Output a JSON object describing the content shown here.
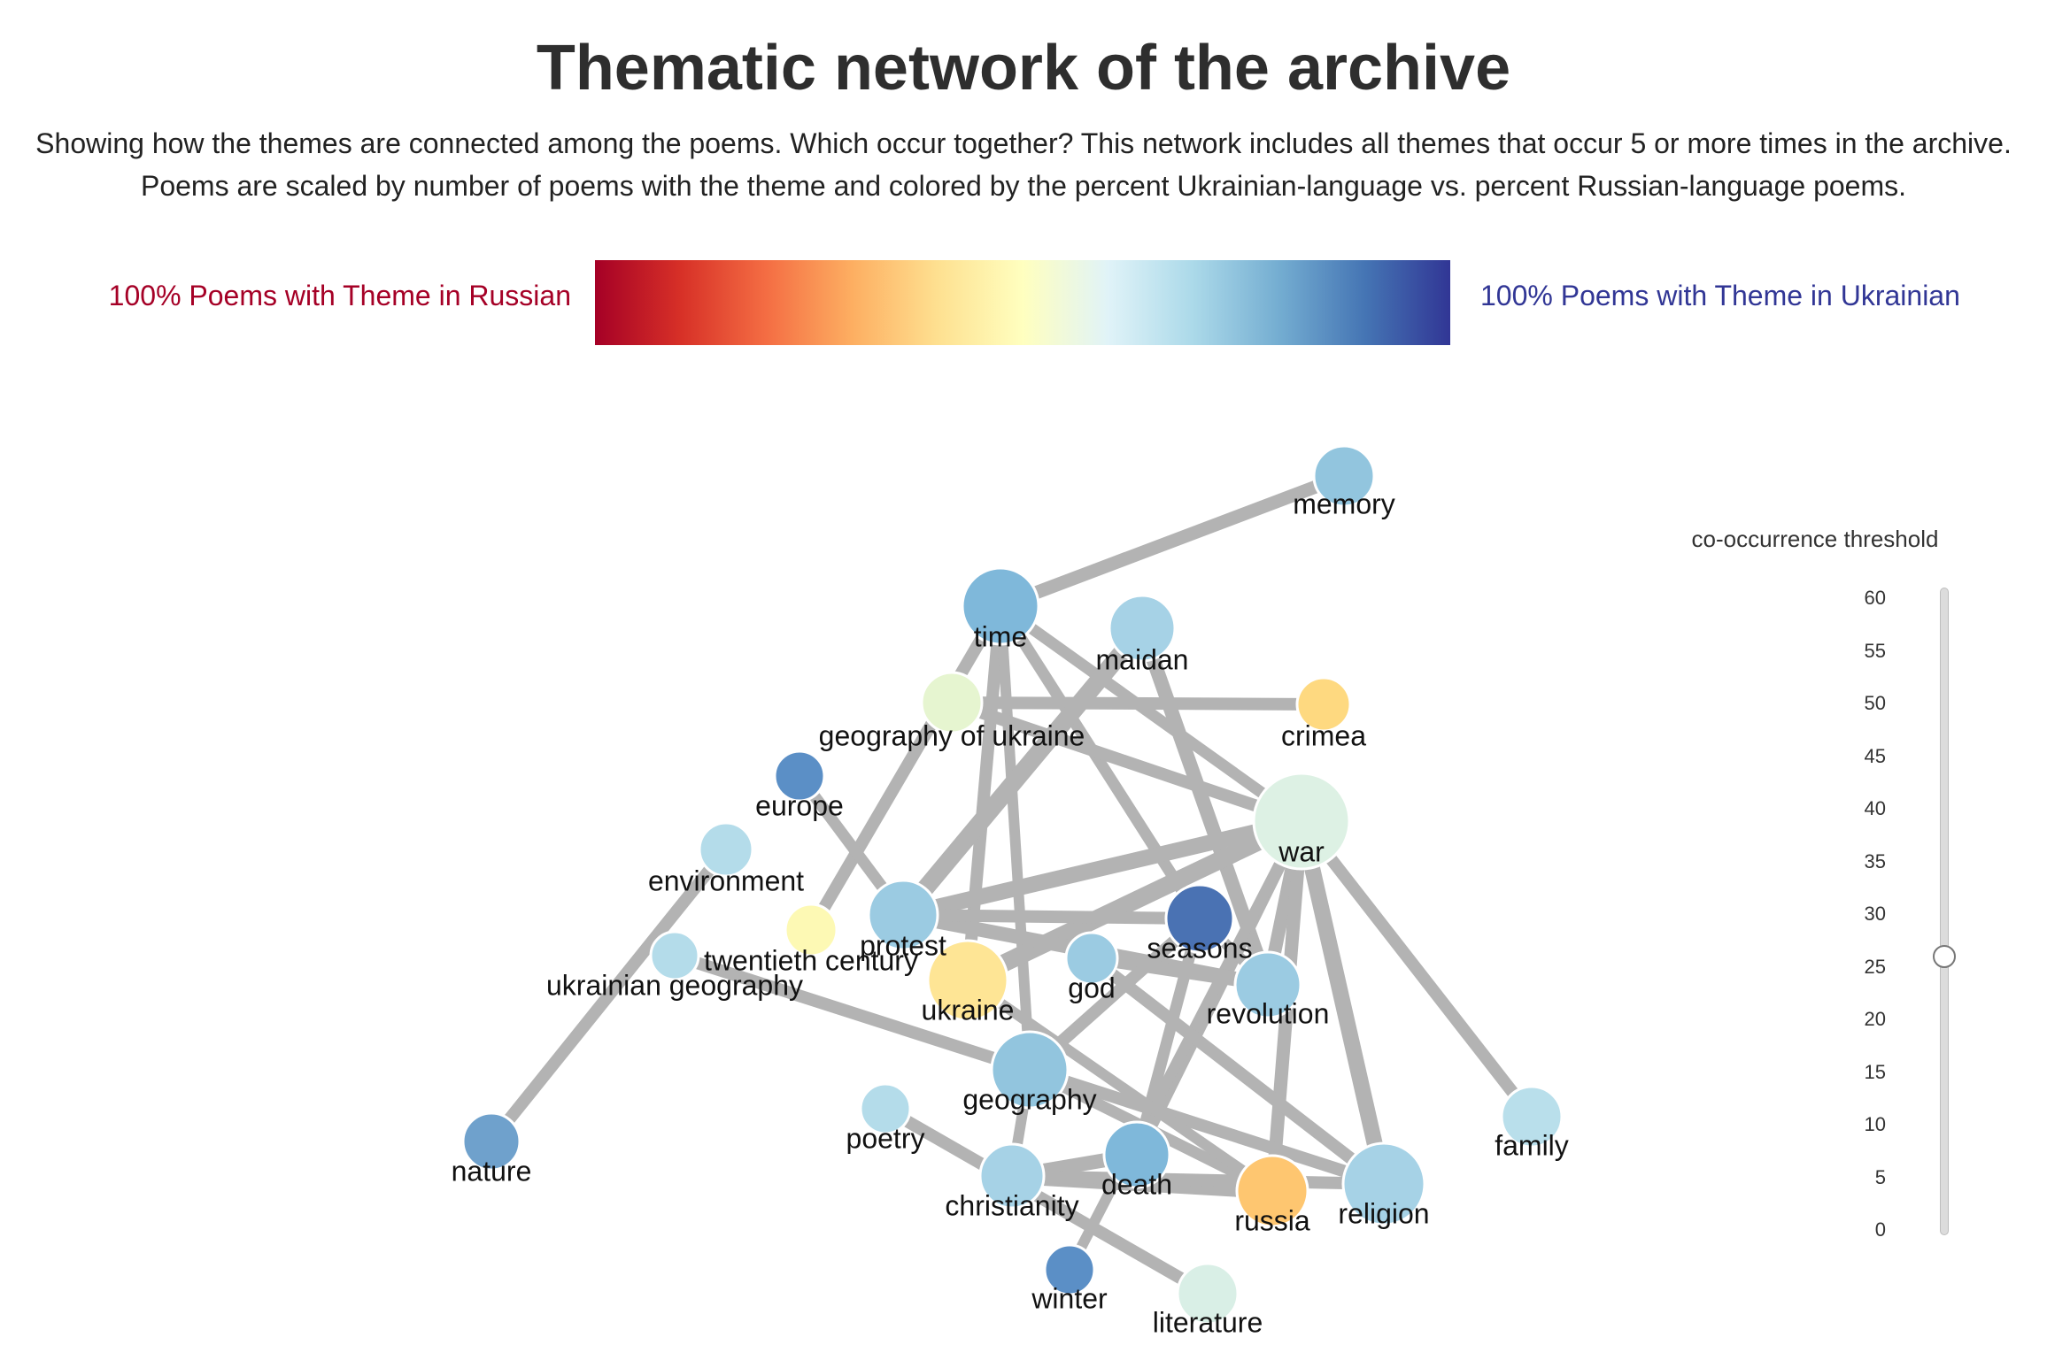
{
  "title": "Thematic network of the archive",
  "subtitle": "Showing how the themes are connected among the poems. Which occur together? This network includes all themes that occur 5 or more times in the archive. Poems are scaled by number of poems with the theme and colored by the percent Ukrainian-language vs. percent Russian-language poems.",
  "legend": {
    "left_label": "100% Poems with Theme in Russian",
    "right_label": "100% Poems with Theme in Ukrainian",
    "colors": [
      "#a50026",
      "#ffffbf",
      "#313695"
    ]
  },
  "slider": {
    "title": "co-occurrence threshold",
    "ticks": [
      "60",
      "55",
      "50",
      "45",
      "40",
      "35",
      "30",
      "25",
      "20",
      "15",
      "10",
      "5",
      "0"
    ],
    "min": 0,
    "max": 60,
    "value": 26
  },
  "network": {
    "nodes": [
      {
        "id": "memory",
        "label": "memory",
        "color": "#92c5de"
      },
      {
        "id": "time",
        "label": "time",
        "color": "#7fb8da"
      },
      {
        "id": "maidan",
        "label": "maidan",
        "color": "#a6d2e6"
      },
      {
        "id": "geography of ukraine",
        "label": "geography of ukraine",
        "color": "#e6f5d0"
      },
      {
        "id": "crimea",
        "label": "crimea",
        "color": "#fed980"
      },
      {
        "id": "europe",
        "label": "europe",
        "color": "#5b8fc6"
      },
      {
        "id": "war",
        "label": "war",
        "color": "#ddf1e4"
      },
      {
        "id": "environment",
        "label": "environment",
        "color": "#b4dcea"
      },
      {
        "id": "protest",
        "label": "protest",
        "color": "#9bcbe2"
      },
      {
        "id": "seasons",
        "label": "seasons",
        "color": "#4a72b3"
      },
      {
        "id": "twentieth century",
        "label": "twentieth century",
        "color": "#fdf9b4"
      },
      {
        "id": "ukrainian geography",
        "label": "ukrainian geography",
        "color": "#b4dcea"
      },
      {
        "id": "god",
        "label": "god",
        "color": "#9bcbe2"
      },
      {
        "id": "ukraine",
        "label": "ukraine",
        "color": "#fee595"
      },
      {
        "id": "revolution",
        "label": "revolution",
        "color": "#9bcbe2"
      },
      {
        "id": "geography",
        "label": "geography",
        "color": "#92c5de"
      },
      {
        "id": "nature",
        "label": "nature",
        "color": "#6fa1cc"
      },
      {
        "id": "poetry",
        "label": "poetry",
        "color": "#b4dcea"
      },
      {
        "id": "family",
        "label": "family",
        "color": "#b9dfeb"
      },
      {
        "id": "christianity",
        "label": "christianity",
        "color": "#a6d2e6"
      },
      {
        "id": "death",
        "label": "death",
        "color": "#7fb8da"
      },
      {
        "id": "russia",
        "label": "russia",
        "color": "#fec670"
      },
      {
        "id": "religion",
        "label": "religion",
        "color": "#a6d2e6"
      },
      {
        "id": "winter",
        "label": "winter",
        "color": "#5b8fc6"
      },
      {
        "id": "literature",
        "label": "literature",
        "color": "#d9efe6"
      }
    ],
    "edges": [
      {
        "source": "time",
        "target": "memory"
      },
      {
        "source": "time",
        "target": "twentieth century"
      },
      {
        "source": "time",
        "target": "ukraine"
      },
      {
        "source": "time",
        "target": "seasons"
      },
      {
        "source": "time",
        "target": "war"
      },
      {
        "source": "time",
        "target": "geography"
      },
      {
        "source": "geography of ukraine",
        "target": "crimea"
      },
      {
        "source": "geography of ukraine",
        "target": "war"
      },
      {
        "source": "maidan",
        "target": "protest"
      },
      {
        "source": "maidan",
        "target": "revolution"
      },
      {
        "source": "europe",
        "target": "protest"
      },
      {
        "source": "environment",
        "target": "nature"
      },
      {
        "source": "war",
        "target": "ukraine"
      },
      {
        "source": "war",
        "target": "protest"
      },
      {
        "source": "war",
        "target": "revolution"
      },
      {
        "source": "war",
        "target": "russia"
      },
      {
        "source": "war",
        "target": "religion"
      },
      {
        "source": "war",
        "target": "family"
      },
      {
        "source": "war",
        "target": "death"
      },
      {
        "source": "war",
        "target": "winter"
      },
      {
        "source": "protest",
        "target": "revolution"
      },
      {
        "source": "protest",
        "target": "seasons"
      },
      {
        "source": "god",
        "target": "religion"
      },
      {
        "source": "god",
        "target": "revolution"
      },
      {
        "source": "seasons",
        "target": "geography"
      },
      {
        "source": "seasons",
        "target": "death"
      },
      {
        "source": "ukrainian geography",
        "target": "geography"
      },
      {
        "source": "geography",
        "target": "russia"
      },
      {
        "source": "geography",
        "target": "religion"
      },
      {
        "source": "ukraine",
        "target": "russia"
      },
      {
        "source": "christianity",
        "target": "death"
      },
      {
        "source": "christianity",
        "target": "russia"
      },
      {
        "source": "christianity",
        "target": "religion"
      },
      {
        "source": "christianity",
        "target": "geography"
      },
      {
        "source": "poetry",
        "target": "literature"
      },
      {
        "source": "seasons",
        "target": "revolution"
      }
    ]
  }
}
